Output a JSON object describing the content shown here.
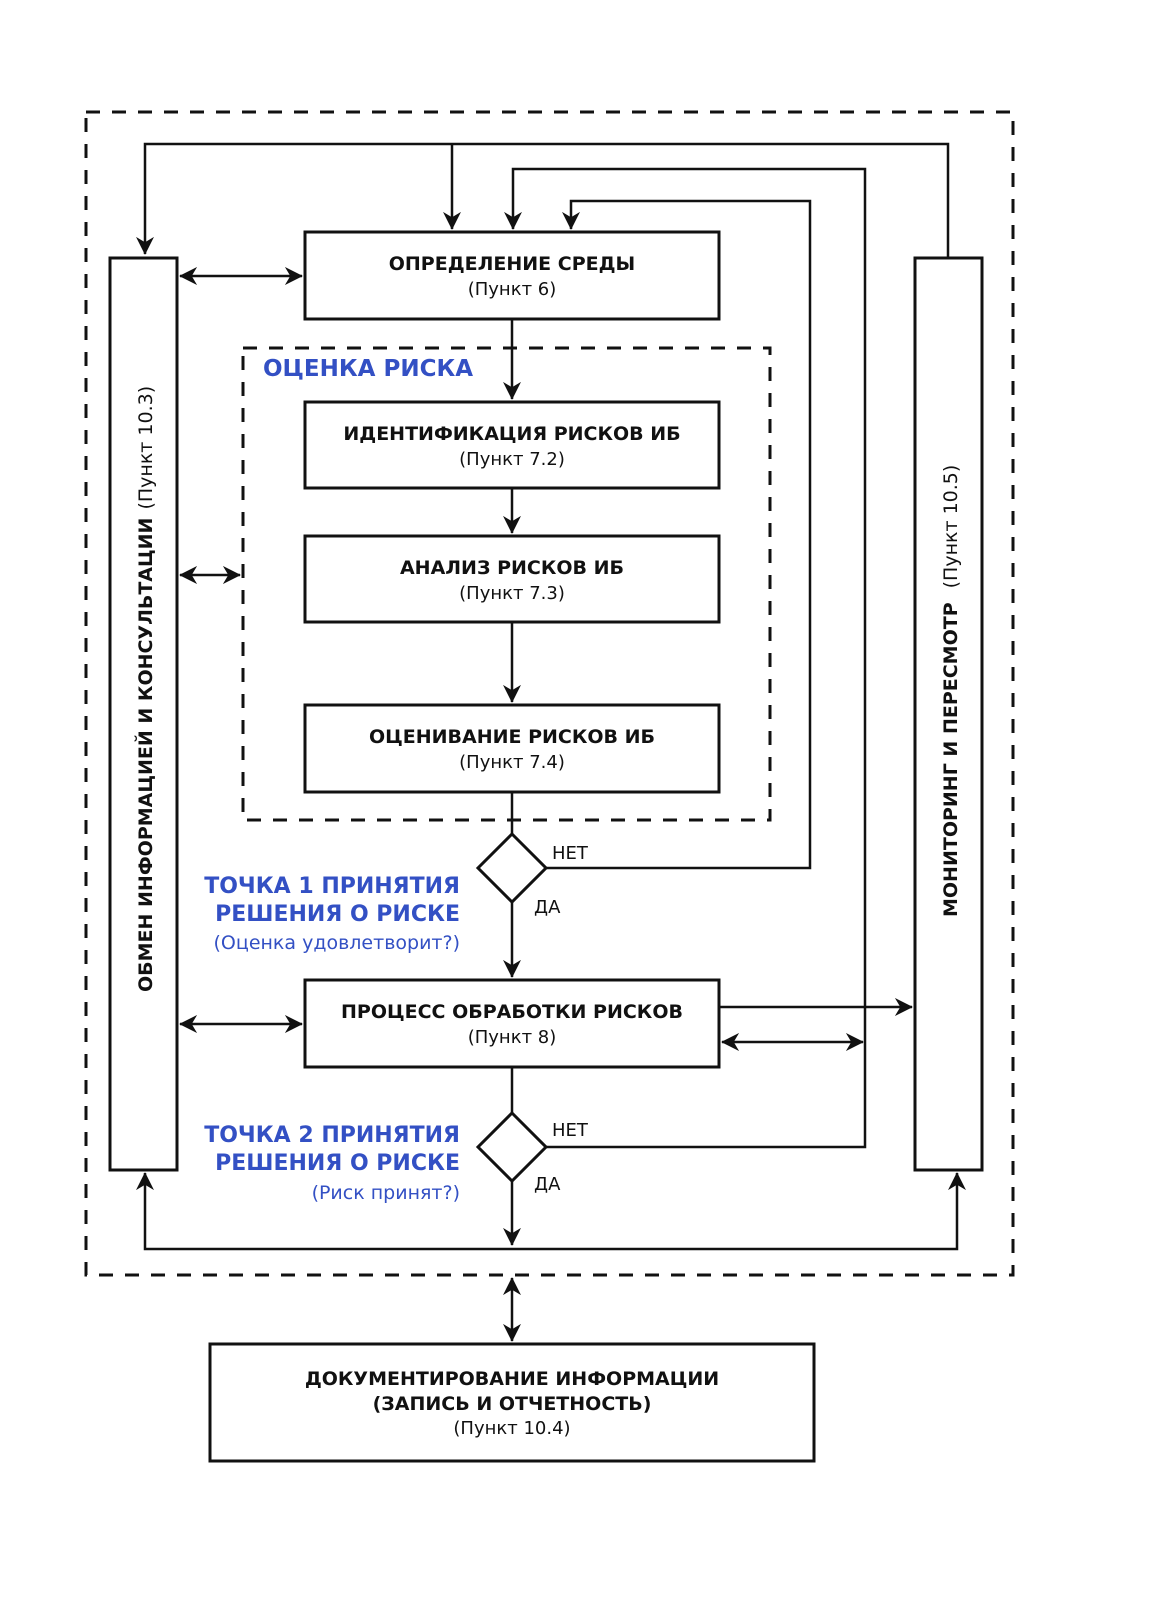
{
  "diagram": {
    "accent_color": "#3350c4",
    "line_color": "#111111",
    "outer_group_label": "",
    "risk_assessment_label": "ОЦЕНКА РИСКА",
    "boxes": {
      "context": {
        "title": "ОПРЕДЕЛЕНИЕ СРЕДЫ",
        "ref": "(Пункт 6)"
      },
      "identification": {
        "title": "ИДЕНТИФИКАЦИЯ РИСКОВ ИБ",
        "ref": "(Пункт 7.2)"
      },
      "analysis": {
        "title": "АНАЛИЗ РИСКОВ ИБ",
        "ref": "(Пункт 7.3)"
      },
      "evaluation": {
        "title": "ОЦЕНИВАНИЕ РИСКОВ ИБ",
        "ref": "(Пункт 7.4)"
      },
      "treatment": {
        "title": "ПРОЦЕСС ОБРАБОТКИ РИСКОВ",
        "ref": "(Пункт 8)"
      },
      "documentation": {
        "title_line1": "ДОКУМЕНТИРОВАНИЕ ИНФОРМАЦИИ",
        "title_line2": "(ЗАПИСЬ И ОТЧЕТНОСТЬ)",
        "ref": "(Пункт 10.4)"
      }
    },
    "side_columns": {
      "left": {
        "title": "ОБМЕН ИНФОРМАЦИЕЙ И КОНСУЛЬТАЦИИ",
        "ref": "(Пункт 10.3)"
      },
      "right": {
        "title": "МОНИТОРИНГ И ПЕРЕСМОТР",
        "ref": "(Пункт 10.5)"
      }
    },
    "decisions": [
      {
        "title_line1": "ТОЧКА 1 ПРИНЯТИЯ",
        "title_line2": "РЕШЕНИЯ О РИСКЕ",
        "question": "(Оценка удовлетворит?)",
        "no_label": "НЕТ",
        "yes_label": "ДА"
      },
      {
        "title_line1": "ТОЧКА 2 ПРИНЯТИЯ",
        "title_line2": "РЕШЕНИЯ О РИСКЕ",
        "question": "(Риск принят?)",
        "no_label": "НЕТ",
        "yes_label": "ДА"
      }
    ]
  }
}
